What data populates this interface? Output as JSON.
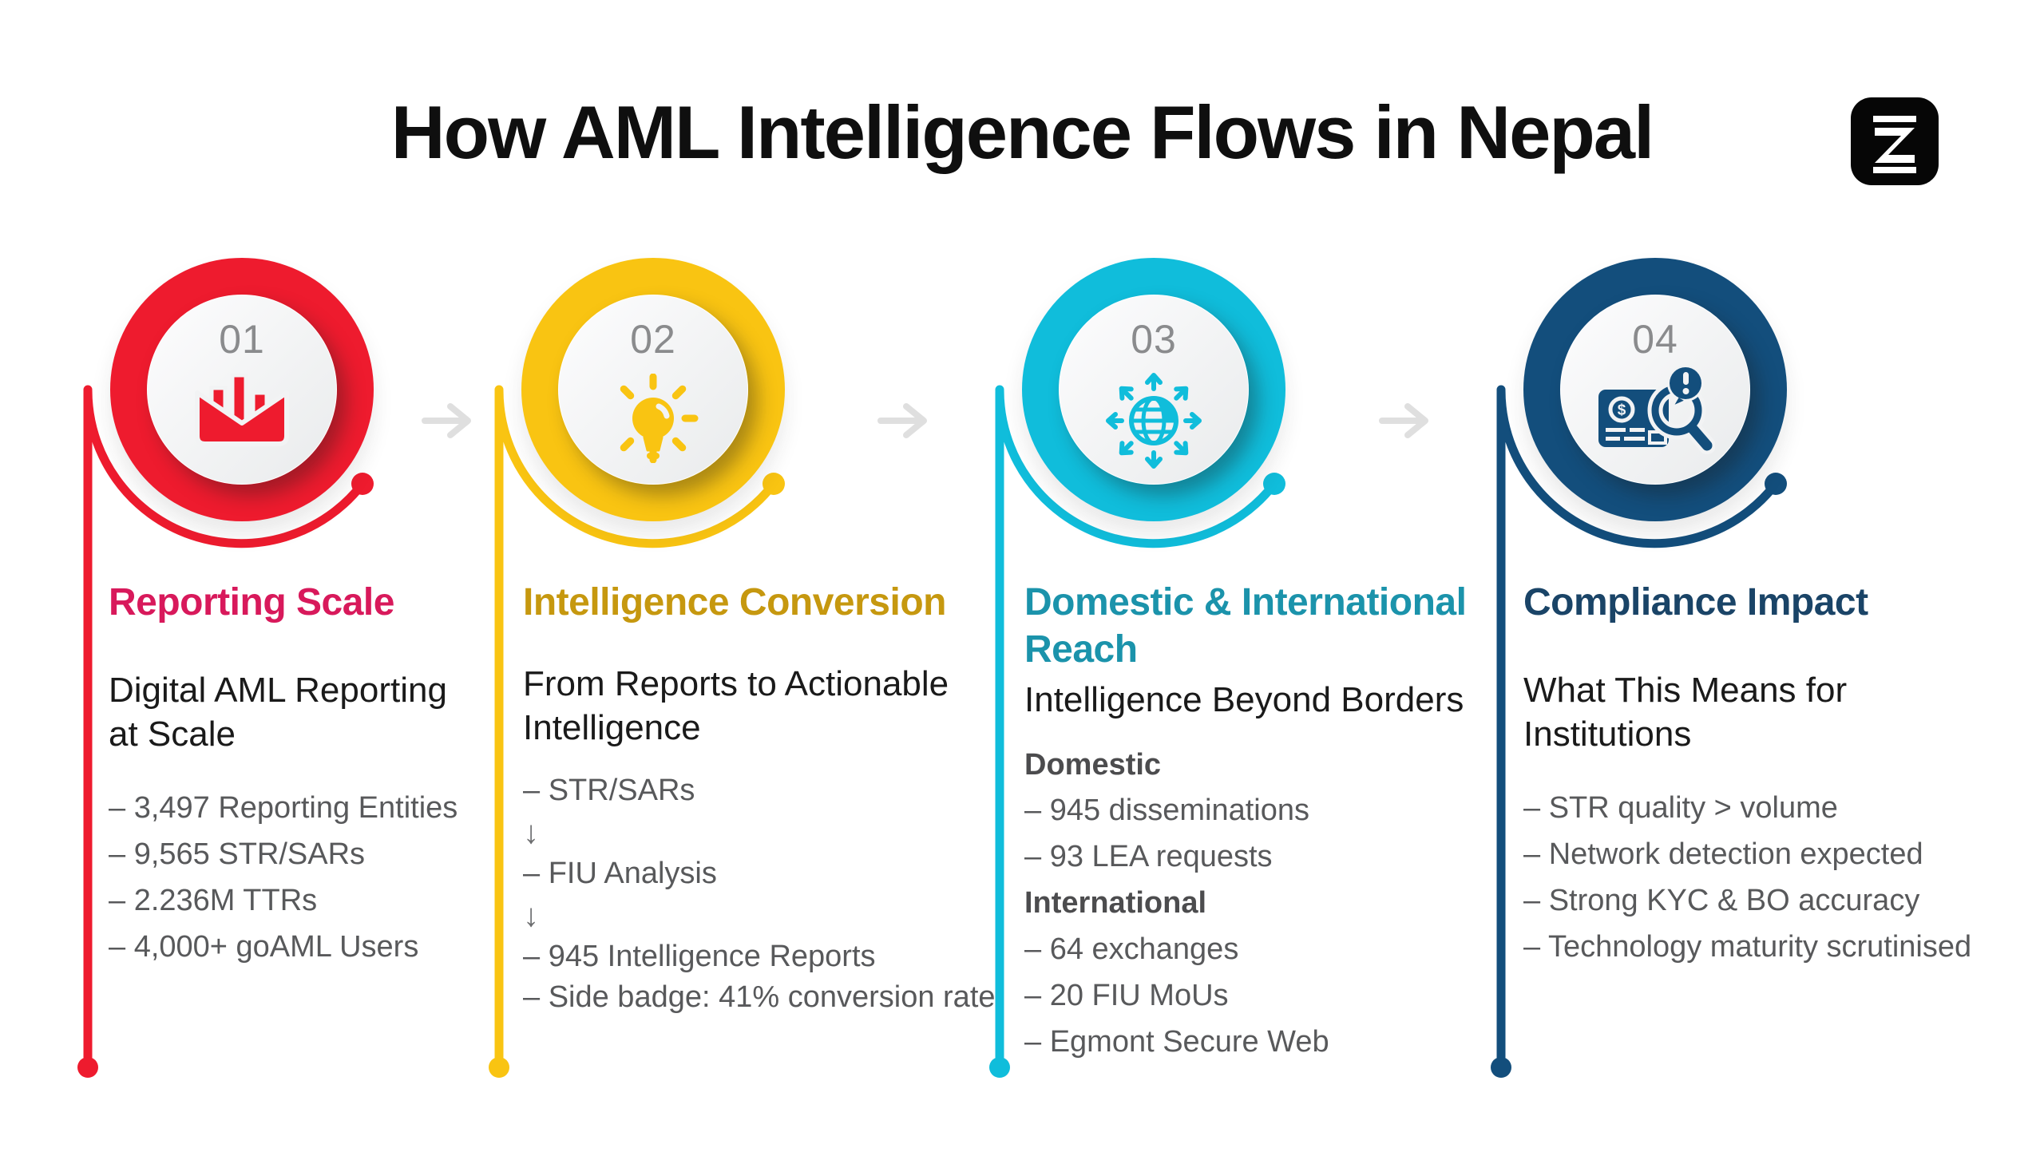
{
  "page": {
    "title": "How AML Intelligence Flows in Nepal"
  },
  "palette": {
    "title_color": "#0f0f0f",
    "number_gray": "#8a8b8d",
    "body_gray": "#58595b",
    "label_gray": "#4c4c4e",
    "flow_arrow_gray": "#dfdfdf",
    "logo_bg": "#060606"
  },
  "logo": {
    "letter": "Z"
  },
  "steps": [
    {
      "number": "01",
      "accent": "#ee1b2e",
      "heading_color": "#d8195b",
      "icon": "inbox-report-chart-icon",
      "heading": "Reporting Scale",
      "subheading": "Digital AML Reporting\nat Scale",
      "items": [
        {
          "text": "– 3,497 Reporting Entities",
          "style": "bullet"
        },
        {
          "text": "– 9,565 STR/SARs",
          "style": "bullet"
        },
        {
          "text": "– 2.236M TTRs",
          "style": "bullet"
        },
        {
          "text": "– 4,000+ goAML Users",
          "style": "bullet"
        }
      ]
    },
    {
      "number": "02",
      "accent": "#f9c412",
      "heading_color": "#c6980f",
      "icon": "lightbulb-idea-icon",
      "heading": "Intelligence Conversion",
      "subheading": "From Reports to Actionable\nIntelligence",
      "items": [
        {
          "text": "– STR/SARs",
          "style": "bullet"
        },
        {
          "text": "↓",
          "style": "arrow"
        },
        {
          "text": "– FIU Analysis",
          "style": "bullet"
        },
        {
          "text": "↓",
          "style": "arrow"
        },
        {
          "text": "– 945 Intelligence Reports",
          "style": "bullet"
        },
        {
          "text": "– Side badge: 41% conversion rate",
          "style": "bullet"
        }
      ]
    },
    {
      "number": "03",
      "accent": "#10bddb",
      "heading_color": "#1b93ab",
      "icon": "globe-network-icon",
      "heading": "Domestic & International\nReach",
      "subheading": "Intelligence Beyond Borders",
      "items": [
        {
          "text": "Domestic",
          "style": "label"
        },
        {
          "text": "– 945 disseminations",
          "style": "bullet"
        },
        {
          "text": "– 93 LEA requests",
          "style": "bullet"
        },
        {
          "text": "International",
          "style": "label"
        },
        {
          "text": "– 64 exchanges",
          "style": "bullet"
        },
        {
          "text": "– 20 FIU MoUs",
          "style": "bullet"
        },
        {
          "text": "– Egmont Secure Web",
          "style": "bullet"
        }
      ]
    },
    {
      "number": "04",
      "accent": "#134e7c",
      "heading_color": "#1a4467",
      "icon": "document-audit-magnifier-icon",
      "heading": "Compliance Impact",
      "subheading": "What This Means for\nInstitutions",
      "items": [
        {
          "text": "– STR quality > volume",
          "style": "bullet"
        },
        {
          "text": "– Network detection expected",
          "style": "bullet"
        },
        {
          "text": "– Strong KYC & BO accuracy",
          "style": "bullet"
        },
        {
          "text": "– Technology maturity scrutinised",
          "style": "bullet"
        }
      ]
    }
  ]
}
